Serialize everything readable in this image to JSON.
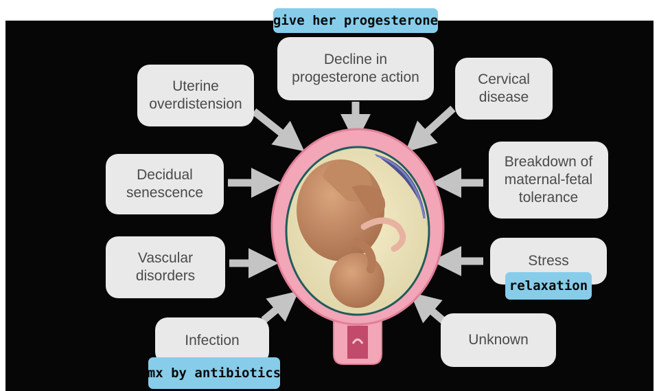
{
  "causes": {
    "progesterone": "Decline in\nprogesterone action",
    "uterine": "Uterine\noverdistension",
    "cervical": "Cervical\ndisease",
    "decidual": "Decidual\nsenescence",
    "tolerance": "Breakdown of\nmaternal-fetal\ntolerance",
    "vascular": "Vascular\ndisorders",
    "stress": "Stress",
    "infection": "Infection",
    "unknown": "Unknown"
  },
  "notes": {
    "progesterone": "give her progesterone",
    "stress": "relaxation",
    "infection": "mx by antibiotics"
  },
  "colors": {
    "background": "#060606",
    "box": "#e9e9e9",
    "box_text": "#4a4a4a",
    "arrow": "#c4c4c4",
    "uterus_wall": "#f2a6b8",
    "note": "#87cdea"
  }
}
